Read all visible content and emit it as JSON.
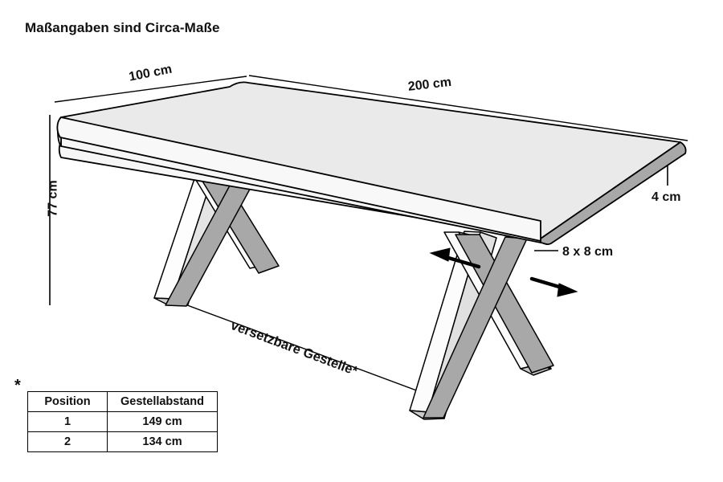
{
  "meta": {
    "title_note": "Maßangaben sind Circa-Maße"
  },
  "dimensions": {
    "width_label": "100 cm",
    "length_label": "200 cm",
    "height_label": "77 cm",
    "thickness_label": "4 cm",
    "leg_profile_label": "8 x 8 cm",
    "movable_frames_label": "versetzbare Gestelle*"
  },
  "footnote": {
    "asterisk": "*"
  },
  "spec_table": {
    "headers": [
      "Position",
      "Gestellabstand"
    ],
    "rows": [
      {
        "position": "1",
        "distance": "149 cm"
      },
      {
        "position": "2",
        "distance": "134 cm"
      }
    ]
  },
  "colors": {
    "outline": "#000000",
    "top_surface": "#eaeaea",
    "front_edge": "#f4f4f4",
    "edge_shadow": "#a8a8a8",
    "leg_dark": "#a8a8a8",
    "leg_light": "#f2f2f2",
    "background": "#ffffff",
    "text": "#111111"
  }
}
